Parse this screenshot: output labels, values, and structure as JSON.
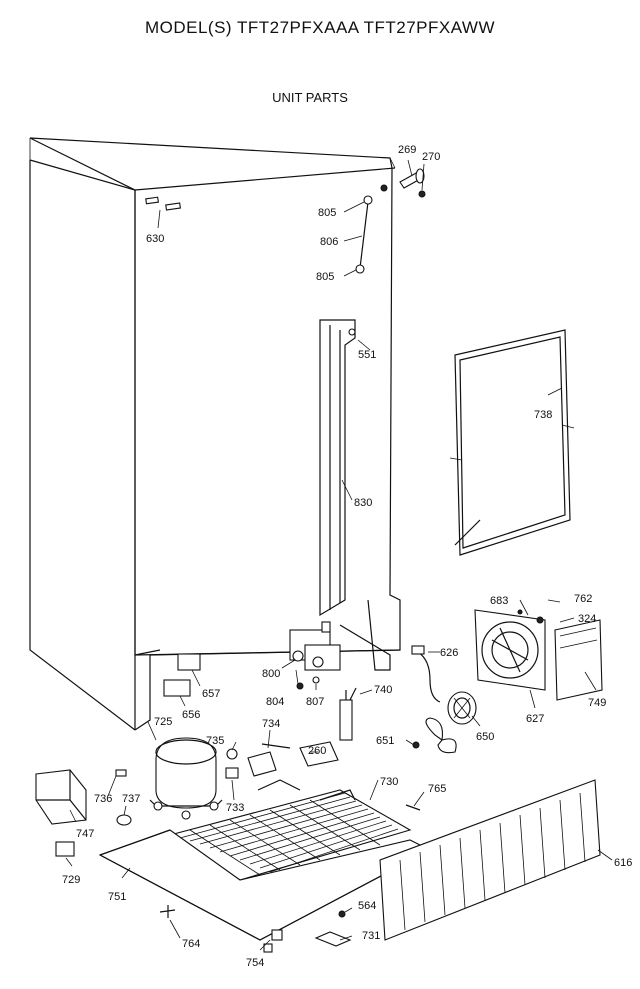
{
  "title": "MODEL(S) TFT27PFXAAA TFT27PFXAWW",
  "subtitle": "UNIT PARTS",
  "callouts": [
    {
      "id": "c269",
      "text": "269"
    },
    {
      "id": "c270",
      "text": "270"
    },
    {
      "id": "c630",
      "text": "630"
    },
    {
      "id": "c805a",
      "text": "805"
    },
    {
      "id": "c806",
      "text": "806"
    },
    {
      "id": "c805b",
      "text": "805"
    },
    {
      "id": "c551",
      "text": "551"
    },
    {
      "id": "c738",
      "text": "738"
    },
    {
      "id": "c830",
      "text": "830"
    },
    {
      "id": "c762",
      "text": "762"
    },
    {
      "id": "c683",
      "text": "683"
    },
    {
      "id": "c324",
      "text": "324"
    },
    {
      "id": "c626",
      "text": "626"
    },
    {
      "id": "c800",
      "text": "800"
    },
    {
      "id": "c657",
      "text": "657"
    },
    {
      "id": "c656",
      "text": "656"
    },
    {
      "id": "c804",
      "text": "804"
    },
    {
      "id": "c807",
      "text": "807"
    },
    {
      "id": "c740",
      "text": "740"
    },
    {
      "id": "c627",
      "text": "627"
    },
    {
      "id": "c749",
      "text": "749"
    },
    {
      "id": "c650",
      "text": "650"
    },
    {
      "id": "c651",
      "text": "651"
    },
    {
      "id": "c725",
      "text": "725"
    },
    {
      "id": "c734",
      "text": "734"
    },
    {
      "id": "c735",
      "text": "735"
    },
    {
      "id": "c260",
      "text": "260"
    },
    {
      "id": "c730",
      "text": "730"
    },
    {
      "id": "c736",
      "text": "736"
    },
    {
      "id": "c737",
      "text": "737"
    },
    {
      "id": "c733",
      "text": "733"
    },
    {
      "id": "c765",
      "text": "765"
    },
    {
      "id": "c747",
      "text": "747"
    },
    {
      "id": "c616",
      "text": "616"
    },
    {
      "id": "c729",
      "text": "729"
    },
    {
      "id": "c751",
      "text": "751"
    },
    {
      "id": "c564",
      "text": "564"
    },
    {
      "id": "c764",
      "text": "764"
    },
    {
      "id": "c731",
      "text": "731"
    },
    {
      "id": "c754",
      "text": "754"
    }
  ]
}
